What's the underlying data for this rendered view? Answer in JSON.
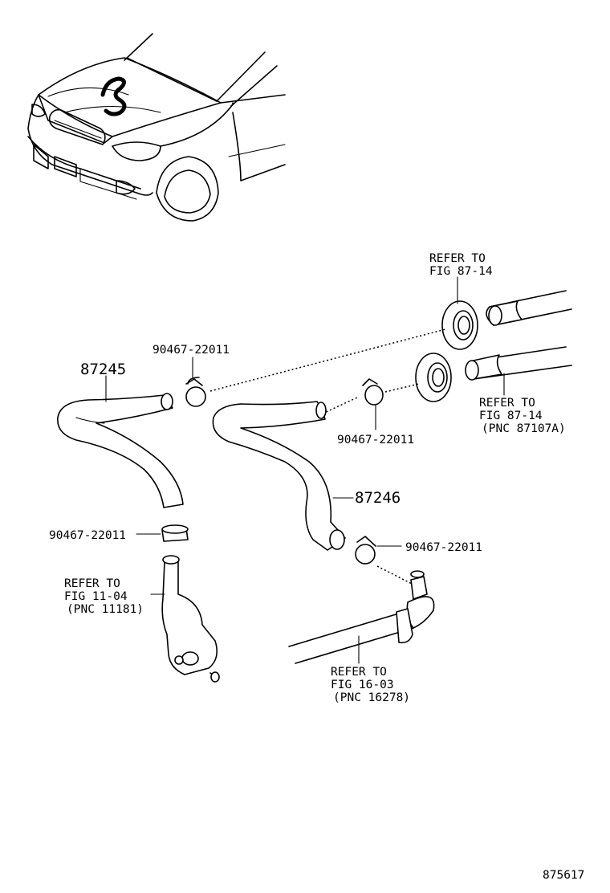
{
  "labels": {
    "part_87245": "87245",
    "part_87246": "87246",
    "clamp_top_left": "90467-22011",
    "clamp_middle": "90467-22011",
    "clamp_lower_left": "90467-22011",
    "clamp_lower_right": "90467-22011",
    "refer_top_1": "REFER TO",
    "refer_top_2": "FIG 87-14",
    "refer_right_1": "REFER TO",
    "refer_right_2": "FIG 87-14",
    "refer_right_3": "(PNC 87107A)",
    "refer_left_1": "REFER TO",
    "refer_left_2": "FIG 11-04",
    "refer_left_3": "(PNC 11181)",
    "refer_bottom_1": "REFER TO",
    "refer_bottom_2": "FIG 16-03",
    "refer_bottom_3": "(PNC 16278)",
    "diagram_number": "875617"
  }
}
